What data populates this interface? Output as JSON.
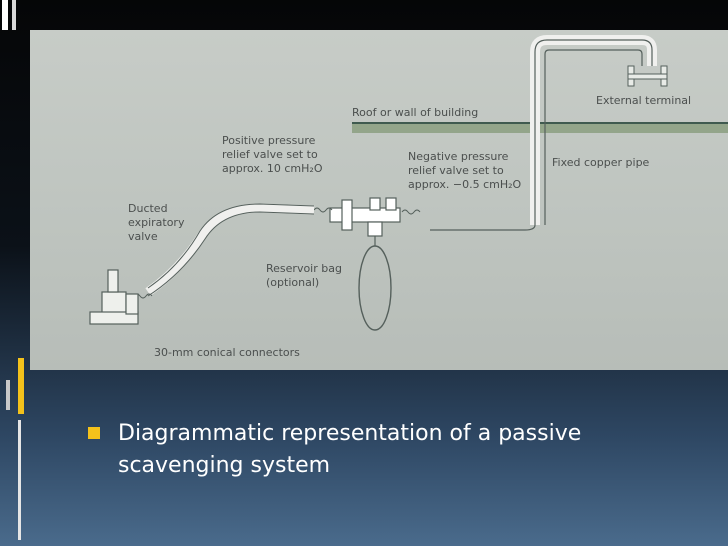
{
  "diagram": {
    "labels": {
      "roof": "Roof or wall of building",
      "external_terminal": "External terminal",
      "fixed_pipe": "Fixed copper pipe",
      "positive_valve": [
        "Positive pressure",
        "relief valve set to",
        "approx. 10 cmH₂O"
      ],
      "negative_valve": [
        "Negative pressure",
        "relief valve set to",
        "approx. −0.5 cmH₂O"
      ],
      "expiratory_valve": [
        "Ducted",
        "expiratory",
        "valve"
      ],
      "reservoir_bag": [
        "Reservoir bag",
        "(optional)"
      ],
      "connectors": "30-mm conical connectors"
    }
  },
  "slide": {
    "caption": "Diagrammatic representation of a passive scavenging system"
  },
  "colors": {
    "accent_bullet": "#f4c21b",
    "photo_bg": "#c4c9c4",
    "roof_line": "#3f5a4f",
    "roof_band": "#93a58a"
  }
}
